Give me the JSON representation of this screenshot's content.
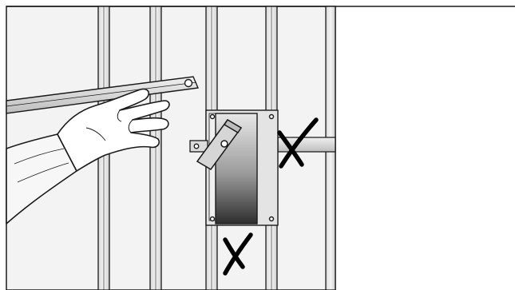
{
  "illustration": {
    "subject": "installing-metal-stud-bracing",
    "elements": [
      "wall-panel",
      "metal-studs",
      "horizontal-brace-rail",
      "hand",
      "mounting-plate",
      "lever-clamp",
      "incorrect-placement-mark-right",
      "incorrect-placement-mark-bottom"
    ],
    "mark_glyph": "X",
    "colors": {
      "background": "#ffffff",
      "outline": "#1a1a1a",
      "panel_fill": "#f2f2f2",
      "stud_fill": "#e6e6e6",
      "plate_fill": "#d9d9d9",
      "dark_plate": "#3a3a3a",
      "mark": "#000000"
    }
  }
}
